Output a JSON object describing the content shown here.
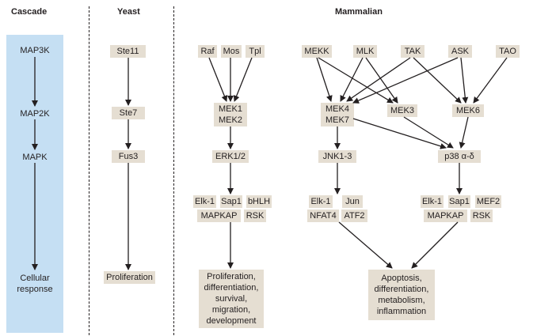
{
  "headers": {
    "cascade": "Cascade",
    "yeast": "Yeast",
    "mammalian": "Mammalian"
  },
  "cascade_levels": [
    "MAP3K",
    "MAP2K",
    "MAPK",
    "Cellular\nresponse"
  ],
  "yeast": {
    "map3k": "Ste11",
    "map2k": "Ste7",
    "mapk": "Fus3",
    "response": "Proliferation"
  },
  "erk": {
    "map3k": [
      "Raf",
      "Mos",
      "Tpl"
    ],
    "map2k": [
      "MEK1",
      "MEK2"
    ],
    "mapk": "ERK1/2",
    "targets": [
      "Elk-1",
      "Sap1",
      "bHLH",
      "MAPKAP",
      "RSK"
    ],
    "response": "Proliferation,\ndifferentiation,\nsurvival,\nmigration,\ndevelopment"
  },
  "stress": {
    "map3k": [
      "MEKK",
      "MLK",
      "TAK",
      "ASK",
      "TAO"
    ],
    "map2k_a": [
      "MEK4",
      "MEK7"
    ],
    "map2k_b": "MEK3",
    "map2k_c": "MEK6",
    "jnk": "JNK1-3",
    "p38": "p38 α-δ",
    "jnk_targets": [
      "Elk-1",
      "Jun",
      "NFAT4",
      "ATF2"
    ],
    "p38_targets": [
      "Elk-1",
      "Sap1",
      "MEF2",
      "MAPKAP",
      "RSK"
    ],
    "response": "Apoptosis,\ndifferentiation,\nmetabolism,\ninflammation"
  }
}
